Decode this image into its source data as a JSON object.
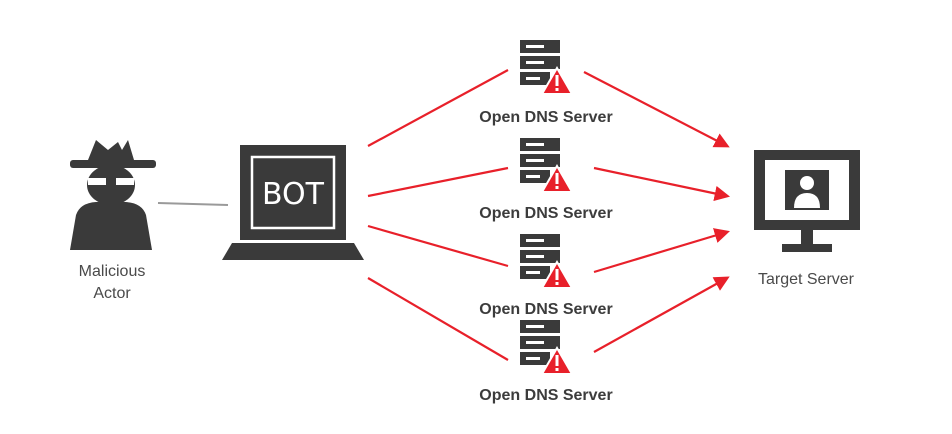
{
  "actor": {
    "label_line1": "Malicious",
    "label_line2": "Actor",
    "icon": "spy-icon"
  },
  "bot": {
    "label": "BOT",
    "icon": "laptop-icon"
  },
  "dns_servers": [
    {
      "label": "Open DNS Server",
      "icon": "server-warning-icon"
    },
    {
      "label": "Open DNS Server",
      "icon": "server-warning-icon"
    },
    {
      "label": "Open DNS Server",
      "icon": "server-warning-icon"
    },
    {
      "label": "Open DNS Server",
      "icon": "server-warning-icon"
    }
  ],
  "target": {
    "label": "Target Server",
    "icon": "monitor-user-icon"
  },
  "colors": {
    "icon": "#3a3a3a",
    "arrow": "#e8202a",
    "warning": "#e8202a",
    "connector": "#9a9a9a"
  }
}
